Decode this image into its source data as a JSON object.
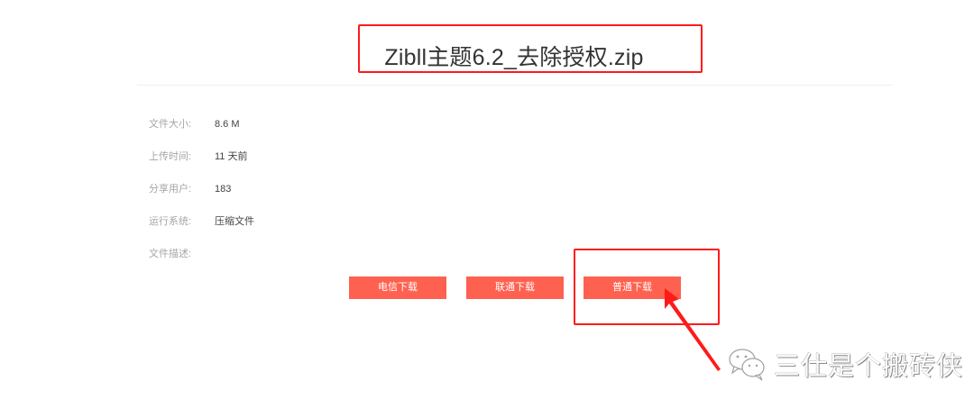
{
  "file": {
    "title": "Zibll主题6.2_去除授权.zip"
  },
  "info": [
    {
      "label": "文件大小:",
      "value": "8.6 M"
    },
    {
      "label": "上传时间:",
      "value": "11 天前"
    },
    {
      "label": "分享用户:",
      "value": "183"
    },
    {
      "label": "运行系统:",
      "value": "压缩文件"
    },
    {
      "label": "文件描述:",
      "value": ""
    }
  ],
  "buttons": {
    "telecom": "电信下载",
    "unicom": "联通下载",
    "normal": "普通下载"
  },
  "colors": {
    "button_bg": "#ff6150",
    "highlight": "#ff1a1a"
  },
  "watermark": {
    "icon": "wechat-icon",
    "text": "三仕是个搬砖侠"
  }
}
